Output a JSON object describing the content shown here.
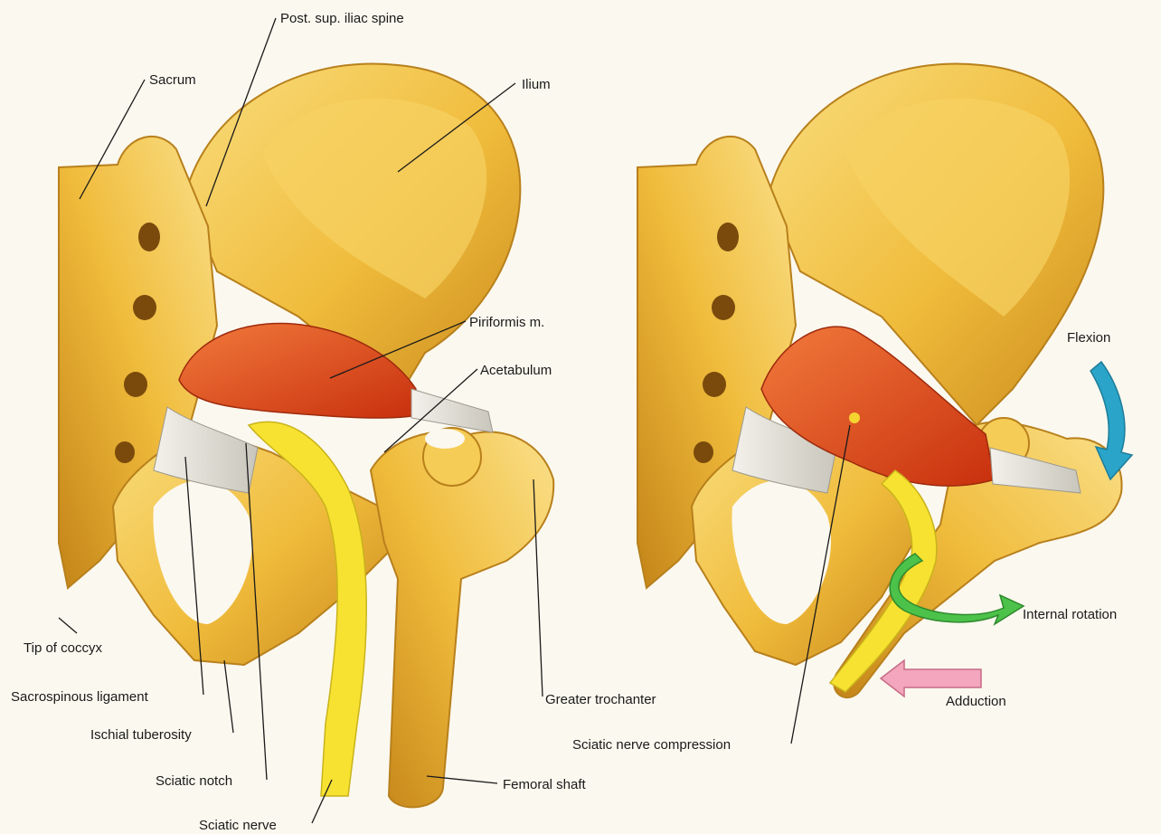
{
  "colors": {
    "bone": "#f0bc3c",
    "bone_light": "#f9dd7d",
    "bone_shadow": "#c98a1c",
    "muscle": "#e0451a",
    "muscle_light": "#f27a3c",
    "nerve": "#f7e232",
    "ligament": "#e8e6e0",
    "flexion_arrow": "#2aa4c8",
    "rotation_arrow": "#4cc24a",
    "adduction_arrow": "#f3a6bd",
    "background": "#fbf8ef"
  },
  "left_panel": {
    "labels": {
      "post_sup_iliac_spine": "Post. sup. iliac spine",
      "sacrum": "Sacrum",
      "ilium": "Ilium",
      "piriformis": "Piriformis m.",
      "acetabulum": "Acetabulum",
      "tip_of_coccyx": "Tip of coccyx",
      "sacrospinous_ligament": "Sacrospinous ligament",
      "ischial_tuberosity": "Ischial tuberosity",
      "sciatic_notch": "Sciatic notch",
      "sciatic_nerve": "Sciatic nerve",
      "greater_trochanter": "Greater trochanter",
      "femoral_shaft": "Femoral shaft"
    }
  },
  "right_panel": {
    "labels": {
      "flexion": "Flexion",
      "internal_rotation": "Internal rotation",
      "adduction": "Adduction",
      "sciatic_nerve_compression": "Sciatic nerve compression"
    },
    "arrows": {
      "flexion": "curved-arrow-down",
      "internal_rotation": "curved-arrow-rotate",
      "adduction": "arrow-left"
    }
  }
}
